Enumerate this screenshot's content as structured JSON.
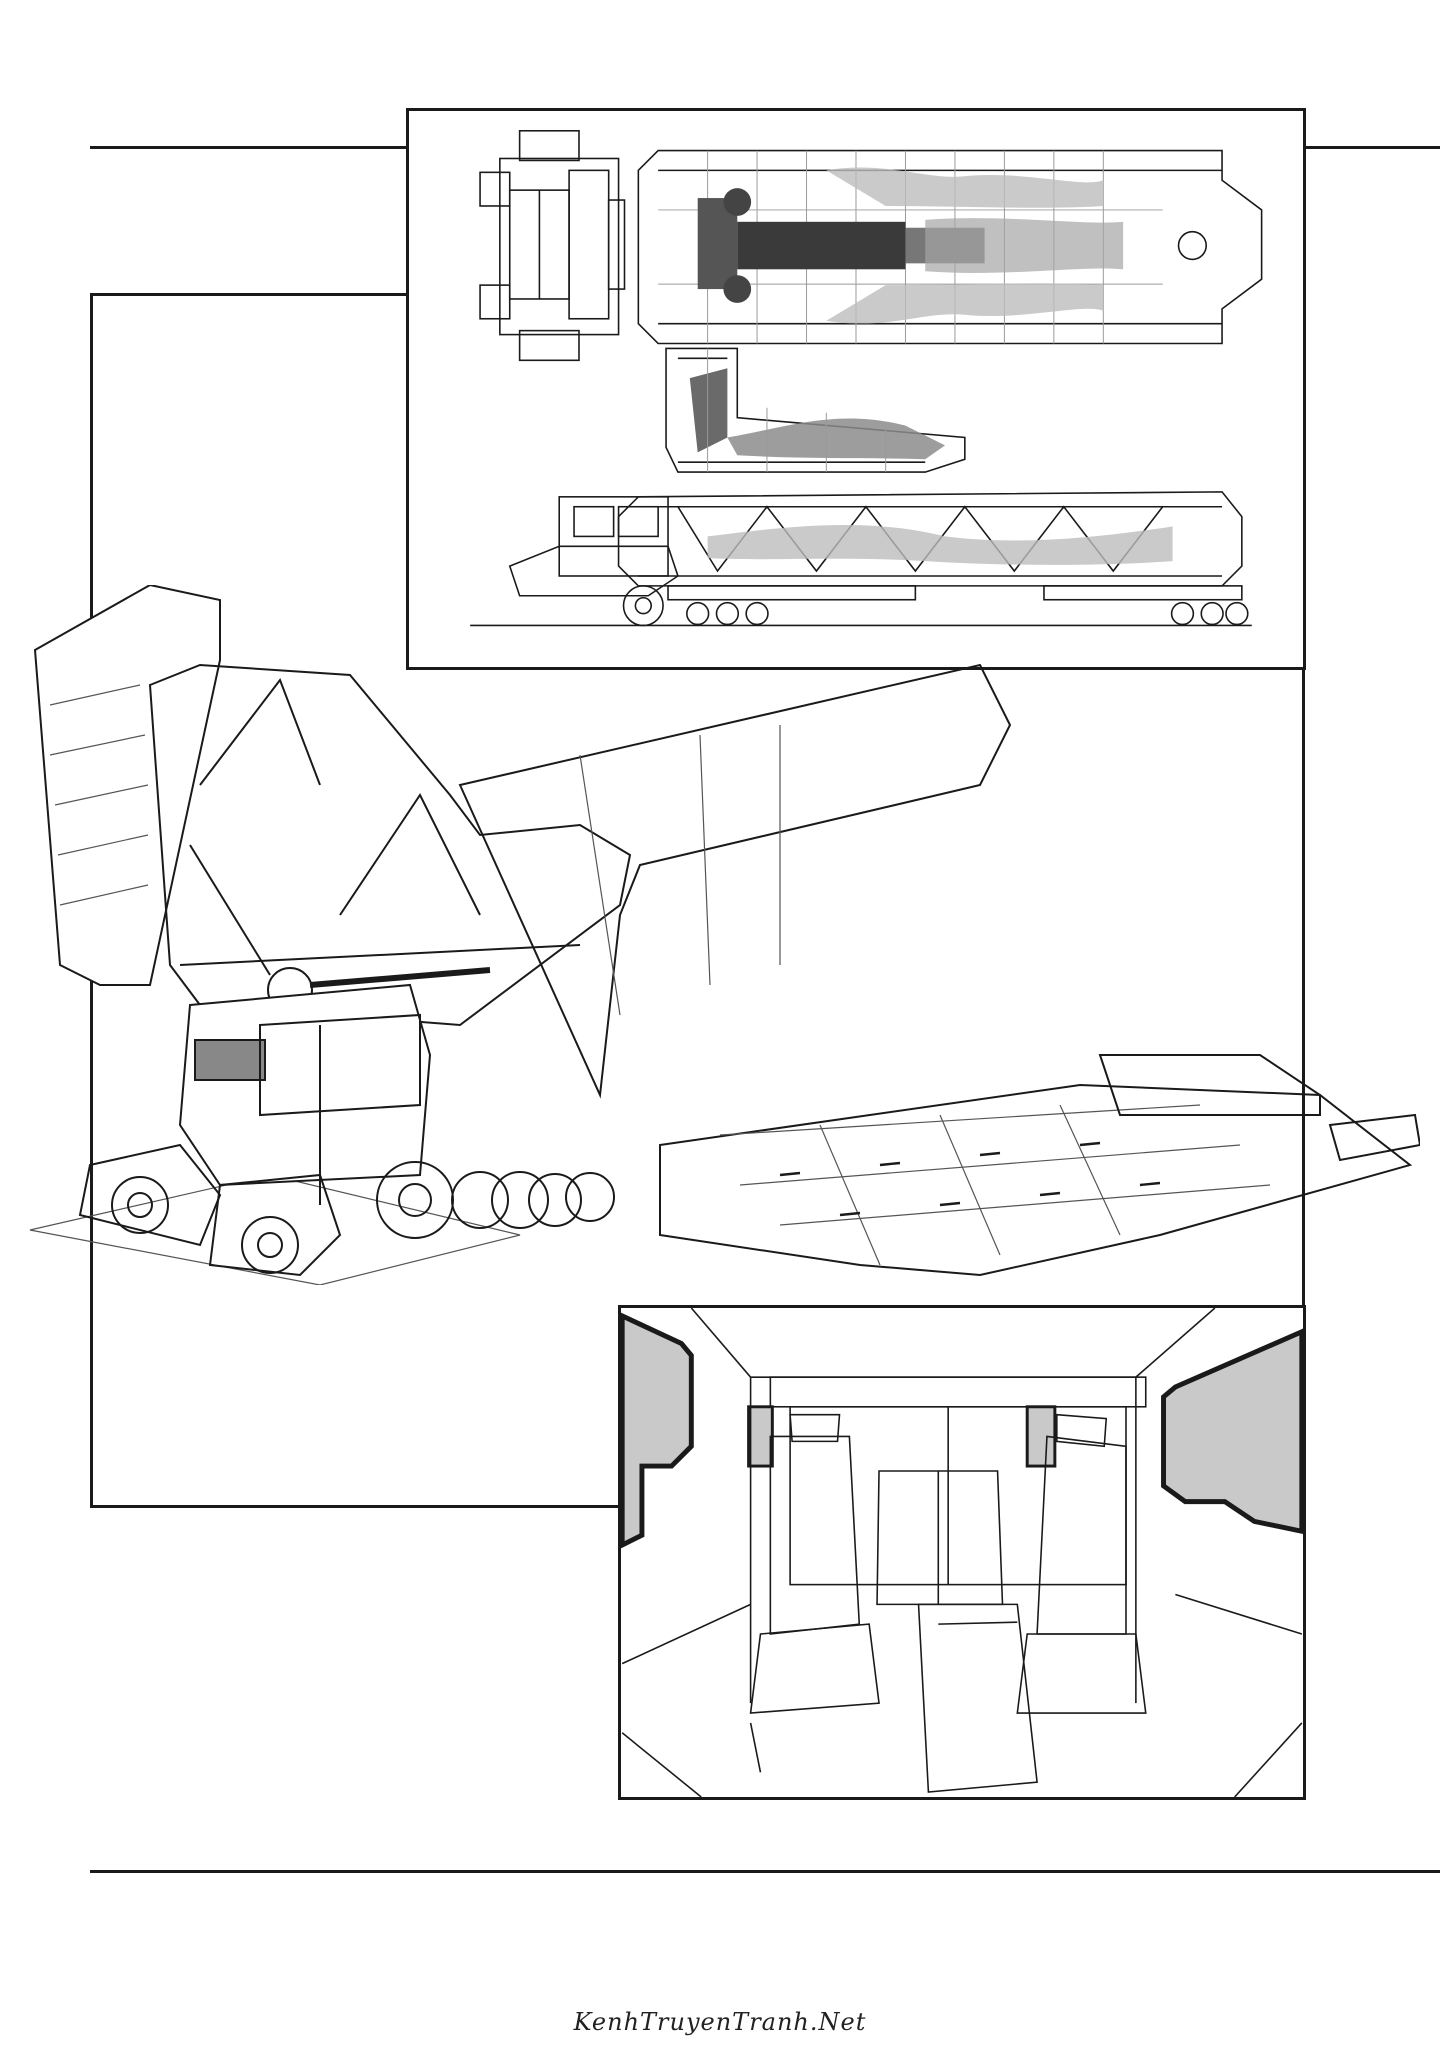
{
  "page": {
    "background": "#ffffff",
    "ink_color": "#1a1a1a",
    "shade_color": "#8c8c8c",
    "window_fill": "#c9c9c9"
  },
  "panels": [
    {
      "id": "top-plan-views",
      "content": "line drawing: top and side views of a transport trailer carrying a humanoid mecha"
    },
    {
      "id": "main-perspective",
      "content": "line drawing: perspective view of the tractor-trailer with deployed cargo ramps"
    },
    {
      "id": "cabin-interior",
      "content": "line drawing: interior of the vehicle cabin with seats and side windows"
    }
  ],
  "watermark": {
    "text": "KenhTruyenTranh.Net"
  }
}
